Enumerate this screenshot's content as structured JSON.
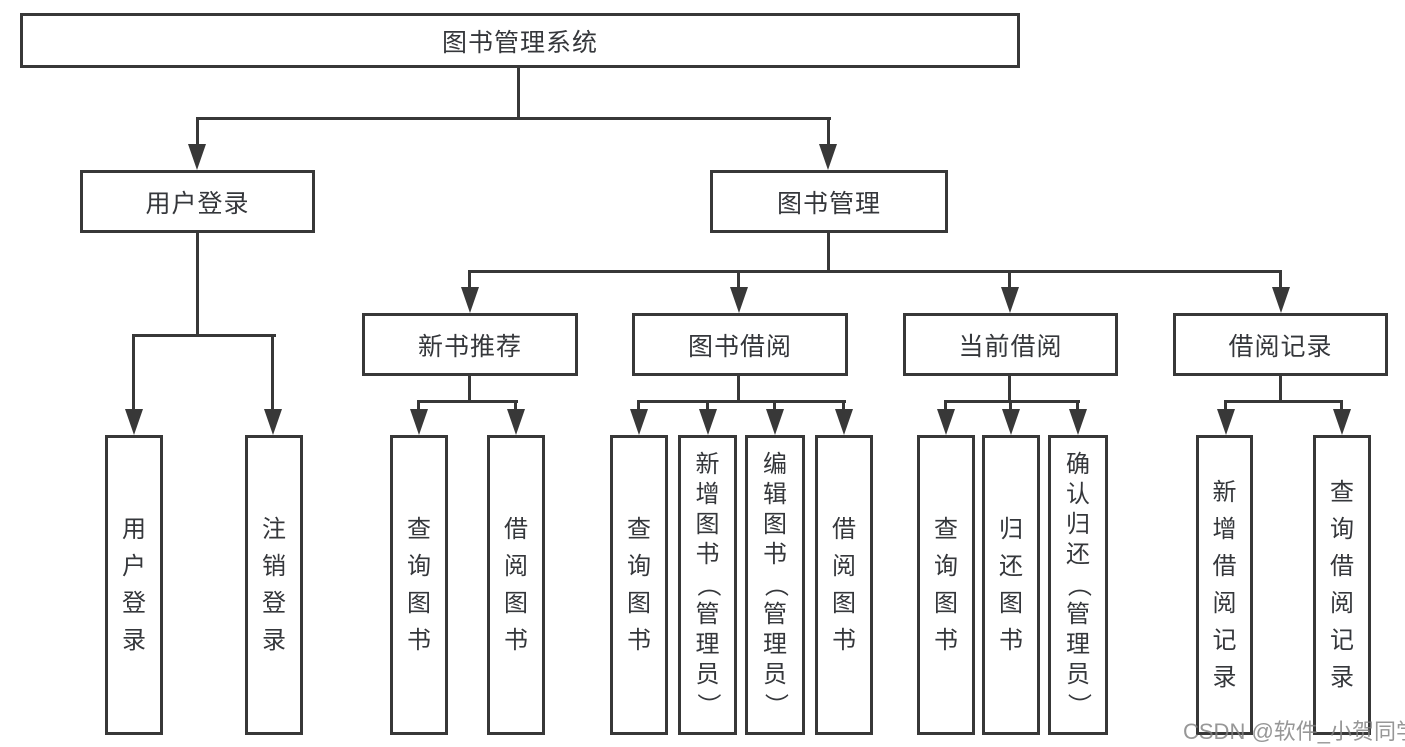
{
  "nodes": {
    "root": "图书管理系统",
    "user_login": "用户登录",
    "book_mgmt": "图书管理",
    "new_book_rec": "新书推荐",
    "book_borrow": "图书借阅",
    "current_borrow": "当前借阅",
    "borrow_records": "借阅记录",
    "leaf_user_login": "用户登录",
    "leaf_logout": "注销登录",
    "leaf_nb_query": "查询图书",
    "leaf_nb_borrow": "借阅图书",
    "leaf_bb_query": "查询图书",
    "leaf_bb_add": "新增图书（管理员）",
    "leaf_bb_edit": "编辑图书（管理员）",
    "leaf_bb_borrow": "借阅图书",
    "leaf_cb_query": "查询图书",
    "leaf_cb_return": "归还图书",
    "leaf_cb_confirm": "确认归还（管理员）",
    "leaf_br_add": "新增借阅记录",
    "leaf_br_query": "查询借阅记录"
  },
  "watermark": "CSDN @软件_小贺同学",
  "colors": {
    "line": "#383838",
    "text": "#35373b",
    "watermark": "#808080",
    "background": "#ffffff"
  }
}
